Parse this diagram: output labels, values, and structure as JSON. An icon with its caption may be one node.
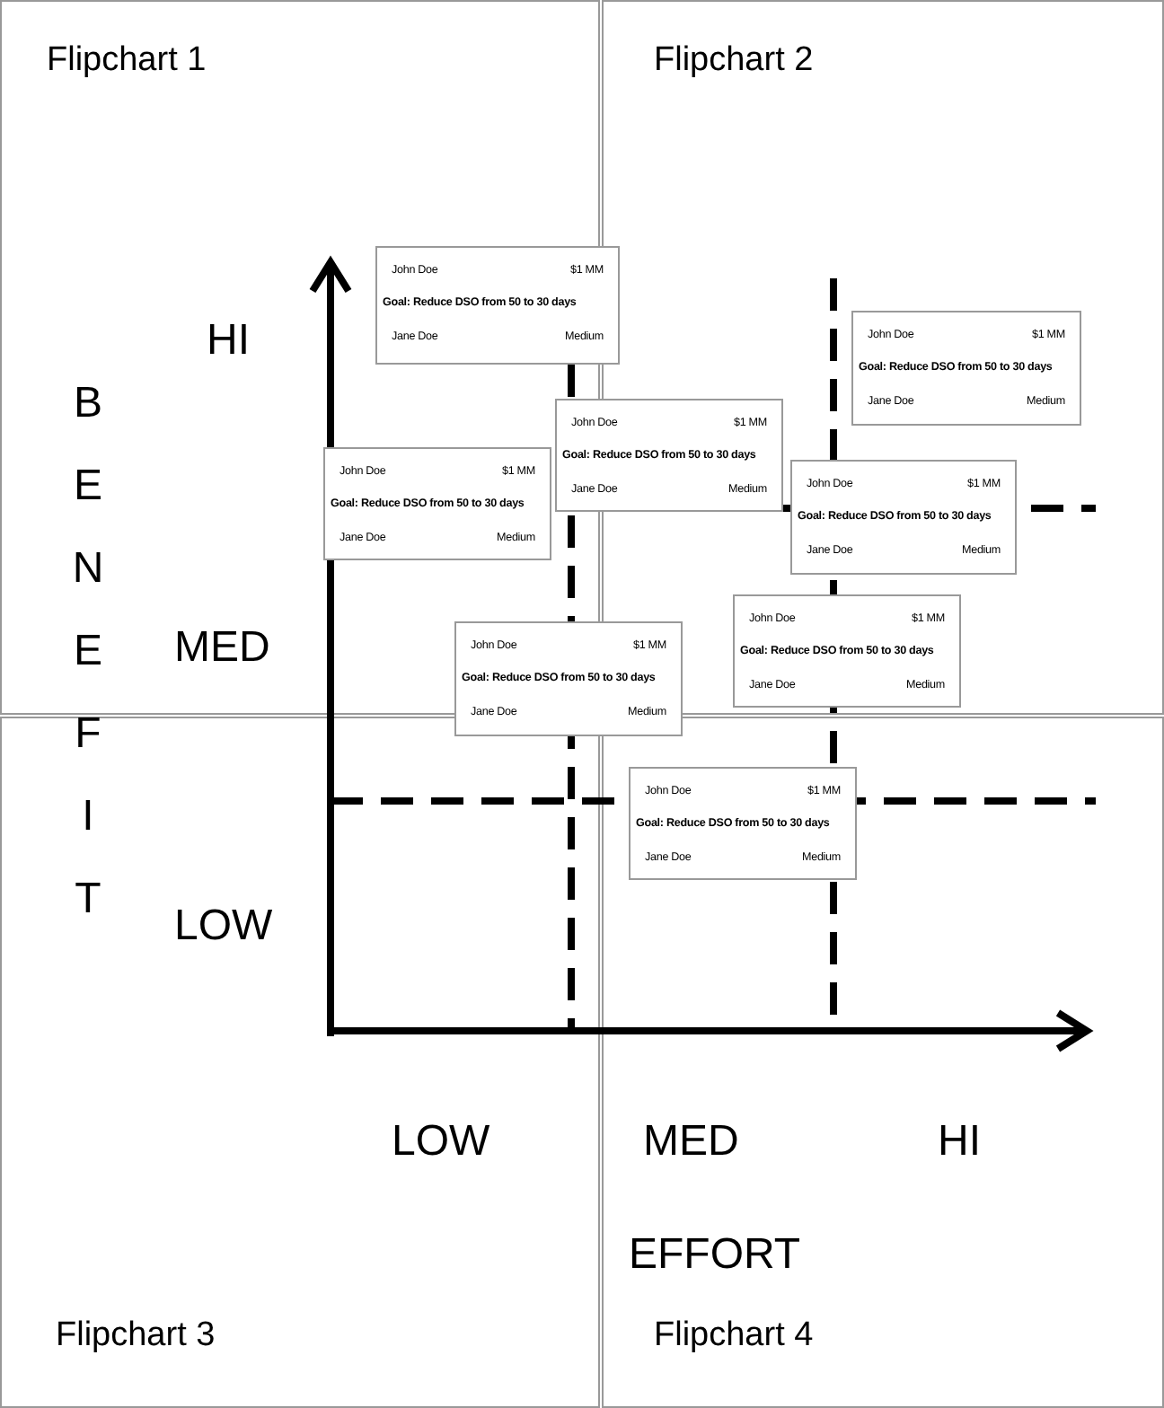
{
  "diagram": {
    "nodes": [
      {
        "text": [
          "Flipchart 1"
        ]
      },
      {
        "text": [
          "Flipchart 2"
        ]
      },
      {
        "text": [
          "Flipchart 3"
        ]
      },
      {
        "text": [
          "Flipchart 4"
        ]
      },
      {
        "text": [
          "John Doe",
          "$1 MM",
          "Goal: Reduce DSO from 50 to 30 days",
          "Jane Doe",
          "Medium"
        ]
      },
      {
        "text": [
          "John Doe",
          "$1 MM",
          "Goal: Reduce DSO from 50 to 30 days",
          "Jane Doe",
          "Medium"
        ],
        "in": 1
      },
      {
        "text": [
          "John Doe",
          "$1 MM",
          "Goal: Reduce DSO from 50 to 30 days",
          "Jane Doe",
          "Medium"
        ]
      },
      {
        "text": [
          "John Doe",
          "$1 MM",
          "Goal: Reduce DSO from 50 to 30 days",
          "Jane Doe",
          "Medium"
        ],
        "in": 0
      },
      {
        "text": [
          "John Doe",
          "$1 MM",
          "Goal: Reduce DSO from 50 to 30 days",
          "Jane Doe",
          "Medium"
        ],
        "in": 1
      },
      {
        "text": [
          "John Doe",
          "$1 MM",
          "Goal: Reduce DSO from 50 to 30 days",
          "Jane Doe",
          "Medium"
        ],
        "in": 1
      },
      {
        "text": [
          "John Doe",
          "$1 MM",
          "Goal: Reduce DSO from 50 to 30 days",
          "Jane Doe",
          "Medium"
        ]
      },
      {
        "text": [
          "John Doe",
          "$1 MM",
          "Goal: Reduce DSO from 50 to 30 days",
          "Jane Doe",
          "Medium"
        ],
        "in": 3
      }
    ],
    "edges": [],
    "labels": [
      "BENEFIT",
      "HI",
      "MED",
      "LOW",
      "LOW",
      "MED",
      "HI",
      "EFFORT"
    ]
  }
}
